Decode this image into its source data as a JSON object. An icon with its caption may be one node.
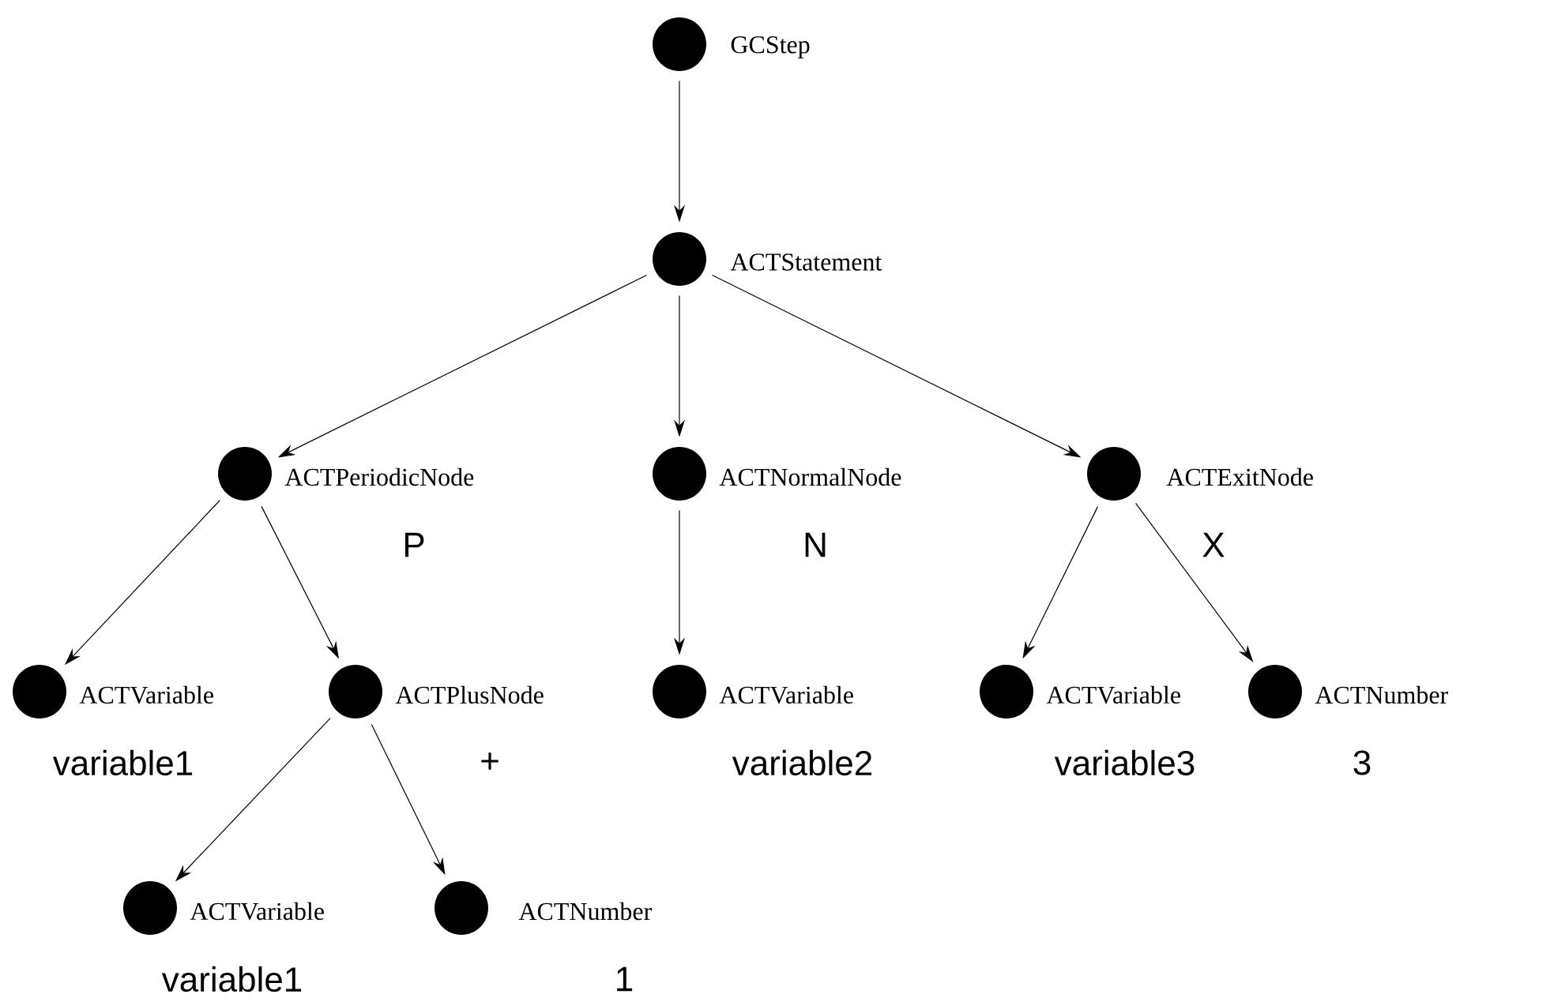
{
  "diagram": {
    "nodes": [
      {
        "text": [],
        "shape": "circle",
        "beside": [
          "GCStep"
        ]
      },
      {
        "text": [],
        "shape": "circle",
        "beside": [
          "ACTStatement"
        ]
      },
      {
        "text": [],
        "shape": "circle",
        "beside": [
          "ACTPeriodicNode",
          "P"
        ]
      },
      {
        "text": [],
        "shape": "circle",
        "beside": [
          "ACTNormalNode",
          "N"
        ]
      },
      {
        "text": [],
        "shape": "circle",
        "beside": [
          "ACTExitNode",
          "X"
        ]
      },
      {
        "text": [],
        "shape": "circle",
        "beside": [
          "ACTVariable",
          "variable1"
        ]
      },
      {
        "text": [],
        "shape": "circle",
        "beside": [
          "ACTPlusNode",
          "+"
        ]
      },
      {
        "text": [],
        "shape": "circle",
        "beside": [
          "ACTVariable",
          "variable2"
        ]
      },
      {
        "text": [],
        "shape": "circle",
        "beside": [
          "ACTVariable",
          "variable3"
        ]
      },
      {
        "text": [],
        "shape": "circle",
        "beside": [
          "ACTNumber",
          "3"
        ]
      },
      {
        "text": [],
        "shape": "circle",
        "beside": [
          "ACTVariable",
          "variable1"
        ]
      },
      {
        "text": [],
        "shape": "circle",
        "beside": [
          "ACTNumber",
          "1"
        ]
      }
    ],
    "edges": [
      {
        "from": 0,
        "to": 1,
        "arrow": "to"
      },
      {
        "from": 1,
        "to": 2,
        "arrow": "to"
      },
      {
        "from": 1,
        "to": 3,
        "arrow": "to"
      },
      {
        "from": 1,
        "to": 4,
        "arrow": "to"
      },
      {
        "from": 2,
        "to": 5,
        "arrow": "to"
      },
      {
        "from": 2,
        "to": 6,
        "arrow": "to"
      },
      {
        "from": 3,
        "to": 7,
        "arrow": "to"
      },
      {
        "from": 4,
        "to": 8,
        "arrow": "to"
      },
      {
        "from": 4,
        "to": 9,
        "arrow": "to"
      },
      {
        "from": 6,
        "to": 10,
        "arrow": "to"
      },
      {
        "from": 6,
        "to": 11,
        "arrow": "to"
      }
    ]
  }
}
